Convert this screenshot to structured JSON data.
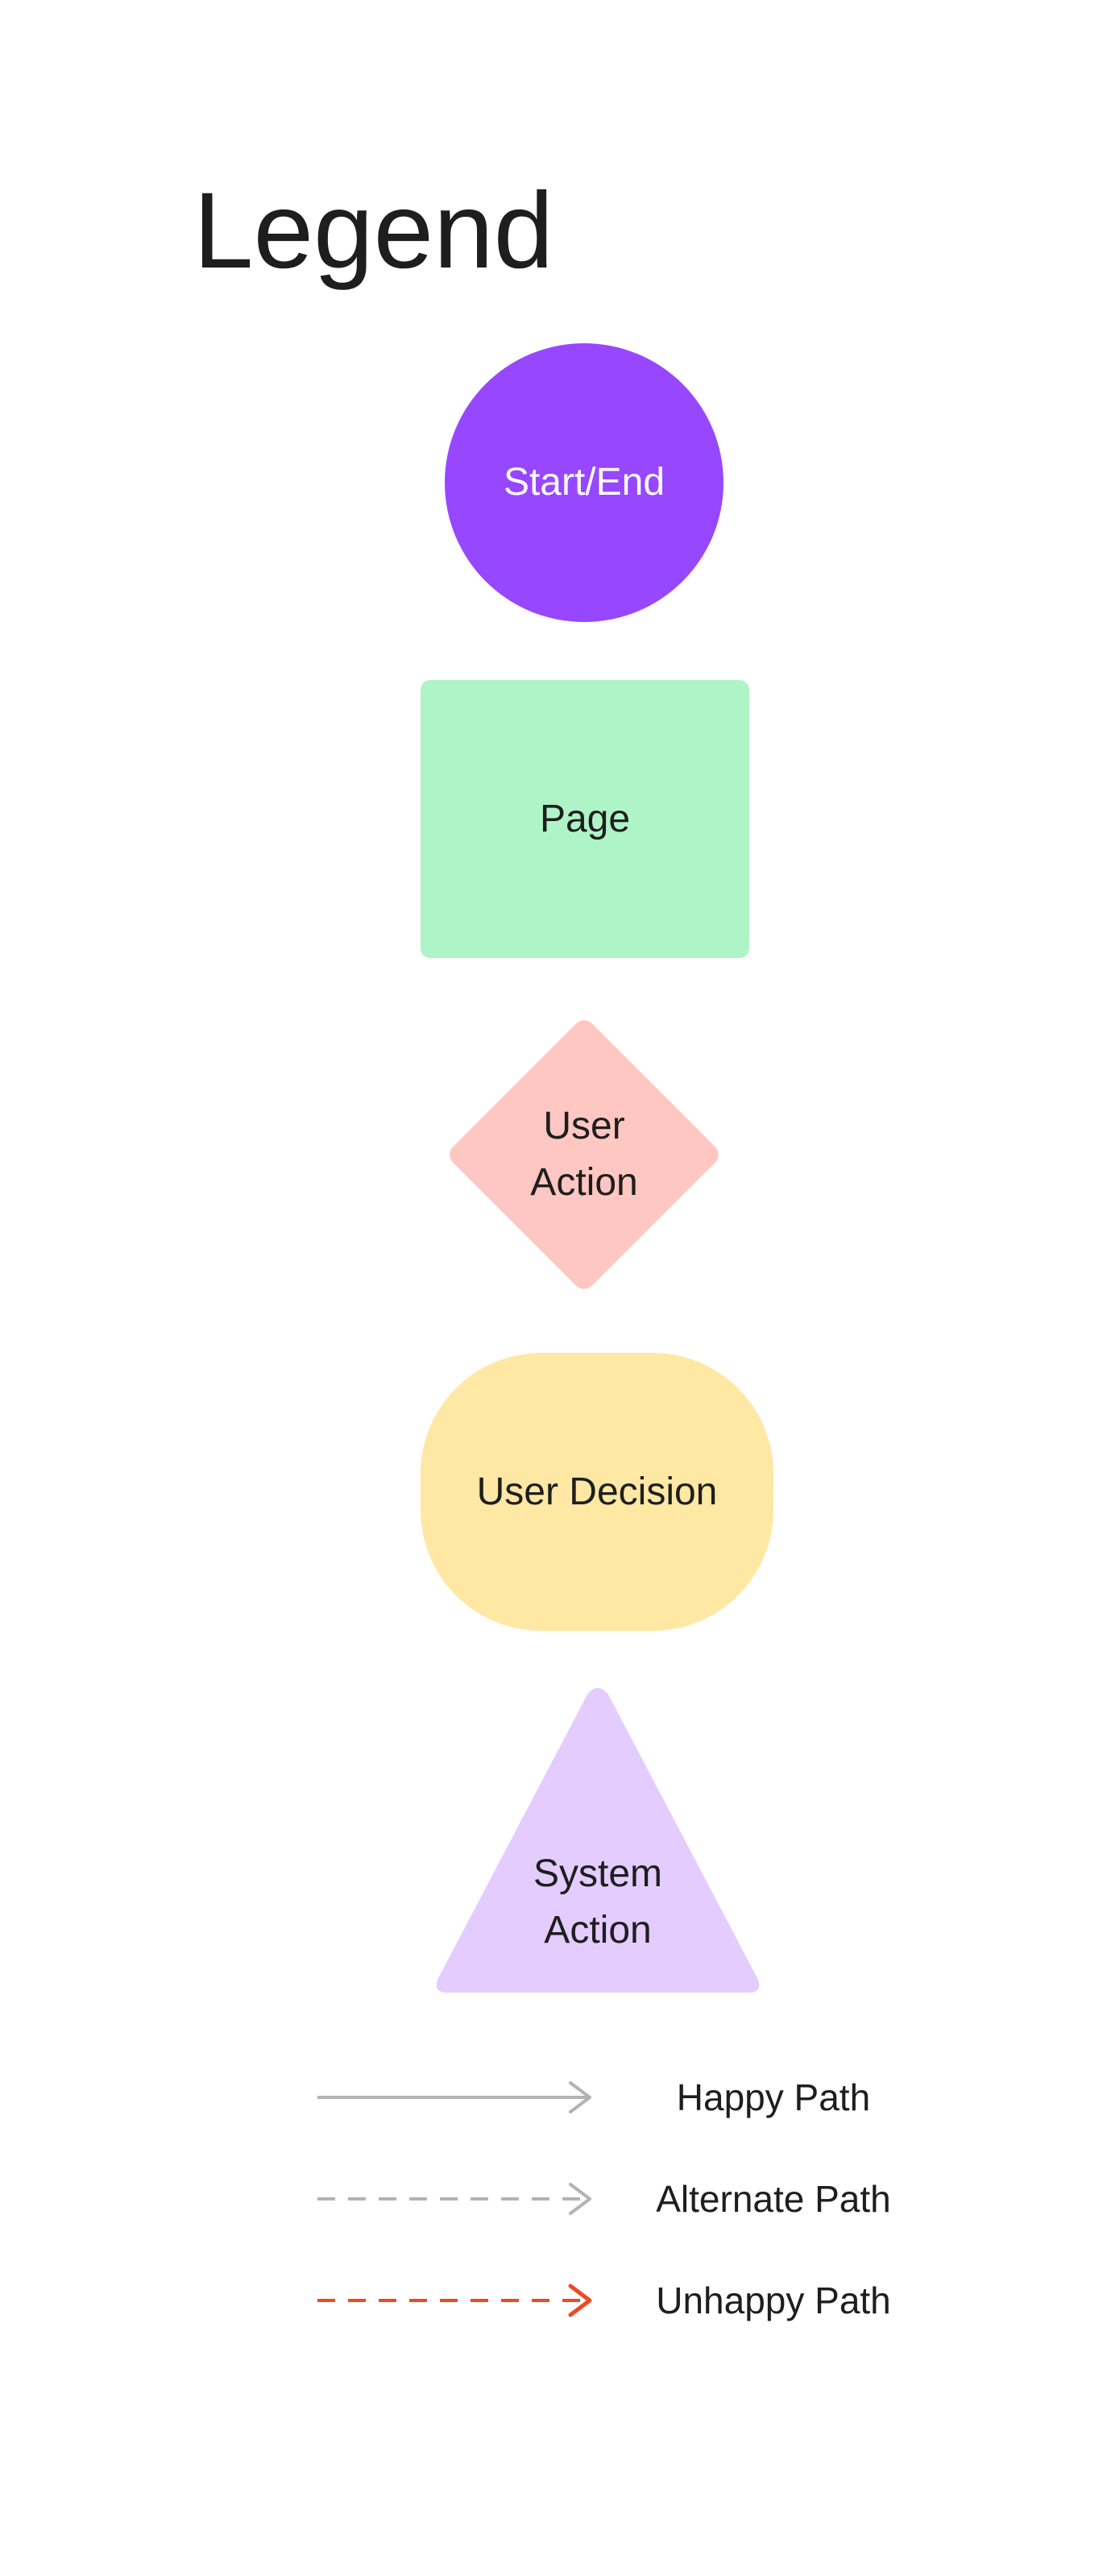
{
  "title": "Legend",
  "shapes": {
    "start_end": {
      "label": "Start/End",
      "color": "#9747FF"
    },
    "page": {
      "label": "Page",
      "color": "#AFF4C6"
    },
    "user_action": {
      "label": "User\nAction",
      "color": "#FFC7C2"
    },
    "user_decision": {
      "label": "User Decision",
      "color": "#FFE8A3"
    },
    "system_action": {
      "label": "System\nAction",
      "color": "#E4CCFF"
    }
  },
  "paths": [
    {
      "label": "Happy Path",
      "style": "solid",
      "color": "#B3B3B3"
    },
    {
      "label": "Alternate Path",
      "style": "dashed",
      "color": "#B3B3B3"
    },
    {
      "label": "Unhappy Path",
      "style": "dashed",
      "color": "#F24822"
    }
  ]
}
